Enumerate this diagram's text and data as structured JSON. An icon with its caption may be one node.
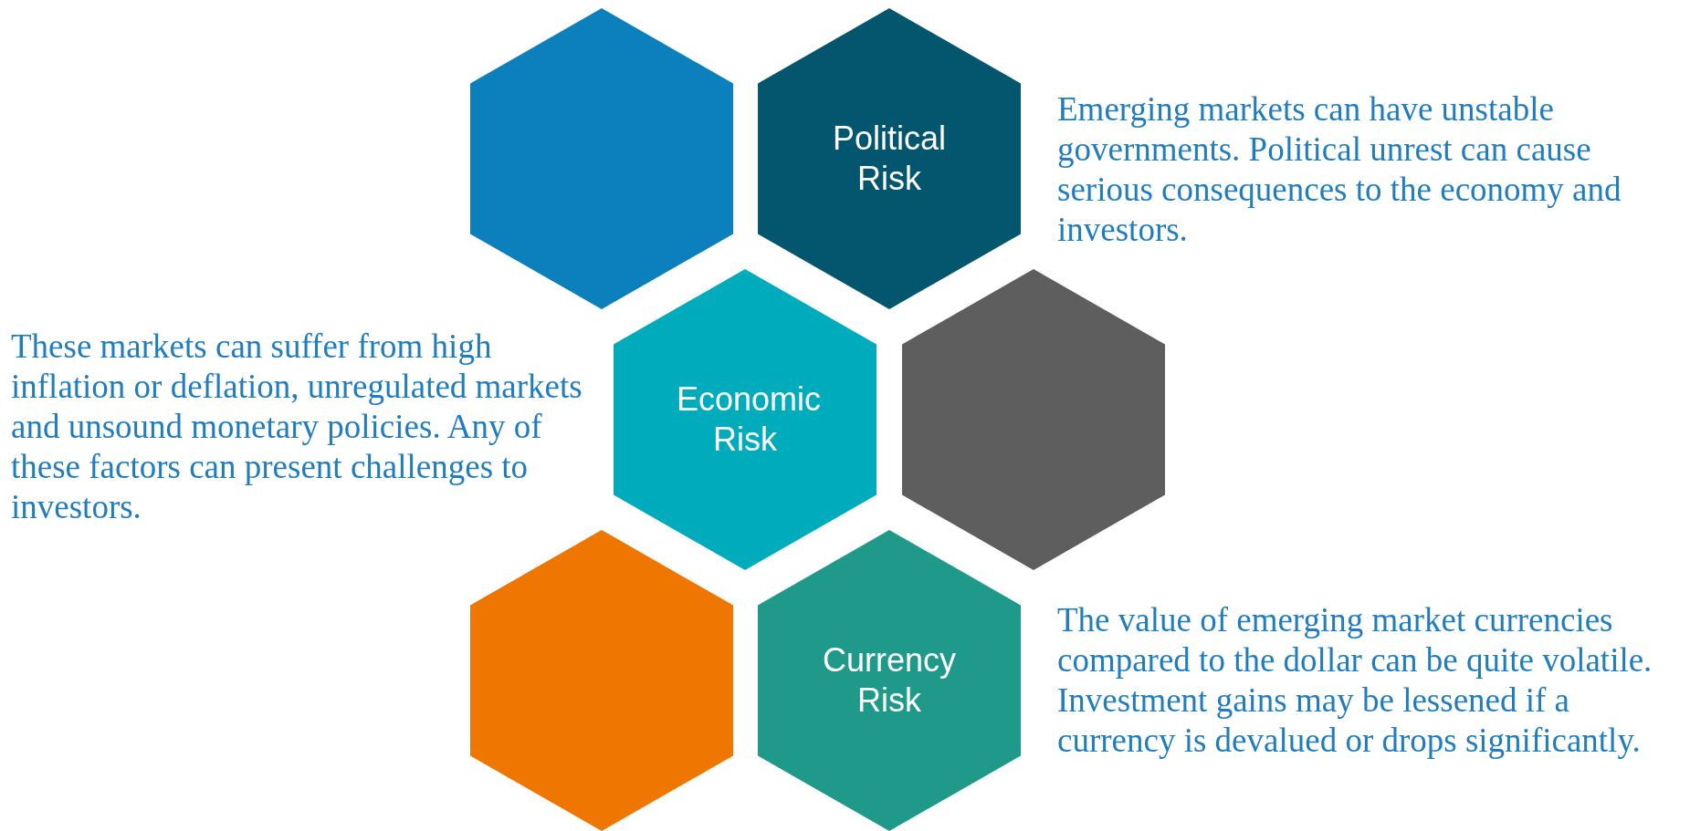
{
  "diagram": {
    "nodes": [
      {
        "text": [],
        "shape": "hexagon"
      },
      {
        "text": [
          "Political Risk"
        ],
        "beside": [
          "Emerging markets can have unstable governments.  Political unrest can cause serious consequences to the economy and investors."
        ]
      },
      {
        "text": [
          "Economic Risk"
        ],
        "beside": [
          "These markets can suffer from high inflation or deflation, unregulated markets and unsound monetary policies.  Any of these factors can present challenges to investors."
        ]
      },
      {
        "text": [],
        "shape": "hexagon"
      },
      {
        "text": [],
        "shape": "hexagon"
      },
      {
        "text": [
          "Currency Risk"
        ],
        "beside": [
          "The value of emerging market currencies compared to the dollar can be quite volatile.  Investment gains may be lessened if a currency is devalued or drops significantly."
        ]
      }
    ]
  }
}
